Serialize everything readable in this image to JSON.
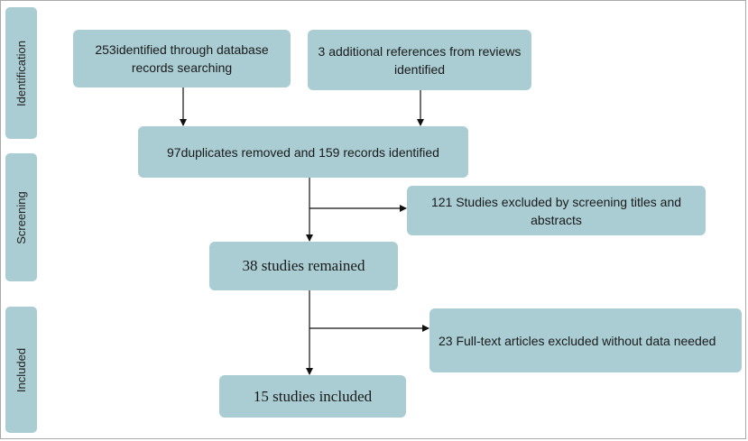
{
  "phases": {
    "identification": "Identification",
    "screening": "Screening",
    "included": "Included"
  },
  "boxes": {
    "database_records": "253identified through database  records searching",
    "additional_references": "3 additional references from reviews identified",
    "duplicates_removed": "97duplicates removed and 159 records identified",
    "excluded_titles_abstracts": "121 Studies excluded by screening titles and abstracts",
    "studies_remained": "38 studies remained",
    "excluded_fulltext": "23 Full-text articles excluded  without data needed",
    "studies_included": "15 studies included"
  },
  "colors": {
    "box_fill": "#a9cdd3",
    "arrow": "#111111",
    "border": "#a9a9a9"
  }
}
